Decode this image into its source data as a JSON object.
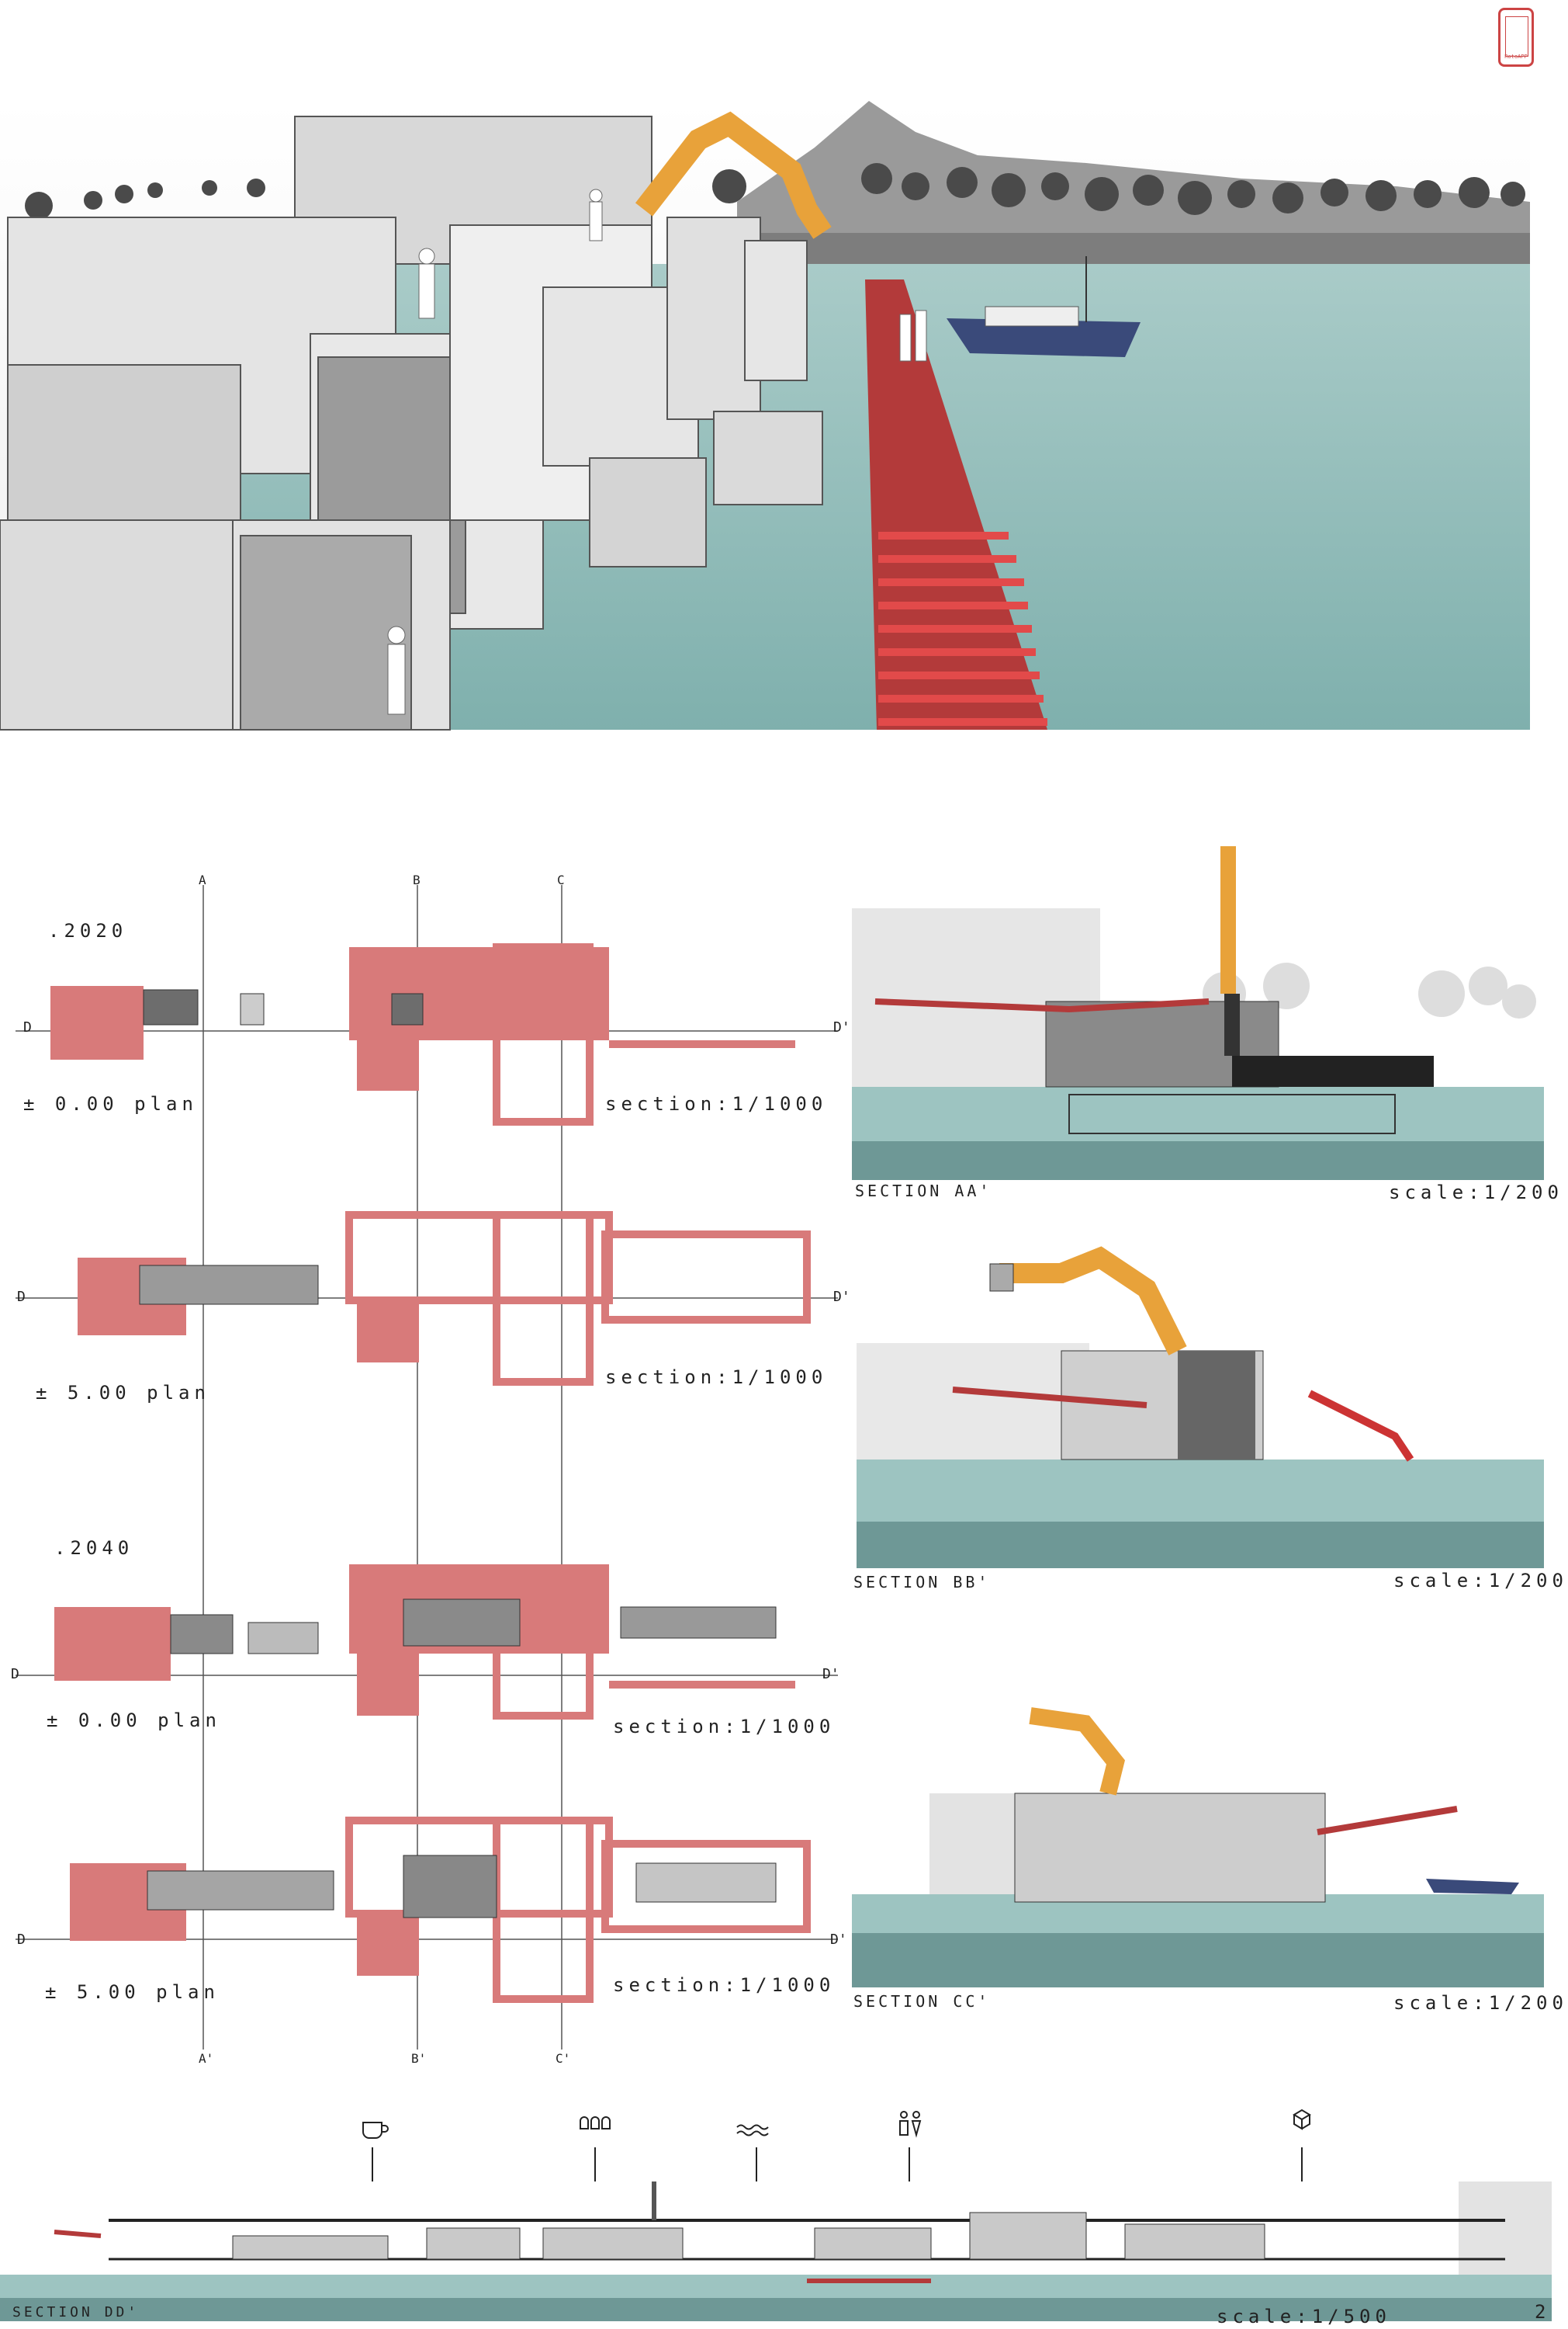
{
  "app_badge": {
    "icon": "phone-icon",
    "label": "RotoAPP"
  },
  "hero": {
    "description": "aerial render"
  },
  "axes": {
    "top": [
      "A",
      "B",
      "C"
    ],
    "bottom": [
      "A'",
      "B'",
      "C'"
    ],
    "left": "D",
    "right": "D'"
  },
  "plans": [
    {
      "year": ".2020",
      "plan_label": "± 0.00 plan",
      "scale": "section:1/1000"
    },
    {
      "year": "",
      "plan_label": "± 5.00 plan",
      "scale": "section:1/1000"
    },
    {
      "year": ".2040",
      "plan_label": "± 0.00 plan",
      "scale": "section:1/1000"
    },
    {
      "year": "",
      "plan_label": "± 5.00 plan",
      "scale": "section:1/1000"
    }
  ],
  "sections": [
    {
      "title": "SECTION AA'",
      "scale": "scale:1/200",
      "icon": "coffee-cup-icon"
    },
    {
      "title": "SECTION BB'",
      "scale": "scale:1/200",
      "icon": "swimming-pool-icon"
    },
    {
      "title": "SECTION CC'",
      "scale": "scale:1/200",
      "icon": "theater-seats-icon"
    }
  ],
  "long_section": {
    "title": "SECTION DD'",
    "scale": "scale:1/500",
    "icons": [
      "coffee-cup-icon",
      "theater-seats-icon",
      "swimming-pool-icon",
      "restroom-icon",
      "cubes-icon"
    ]
  },
  "page_number": "2",
  "colors": {
    "accent": "#d87a7a",
    "water": "#8fb9b6",
    "pier": "#b33a3a",
    "robot": "#e8a23a"
  }
}
